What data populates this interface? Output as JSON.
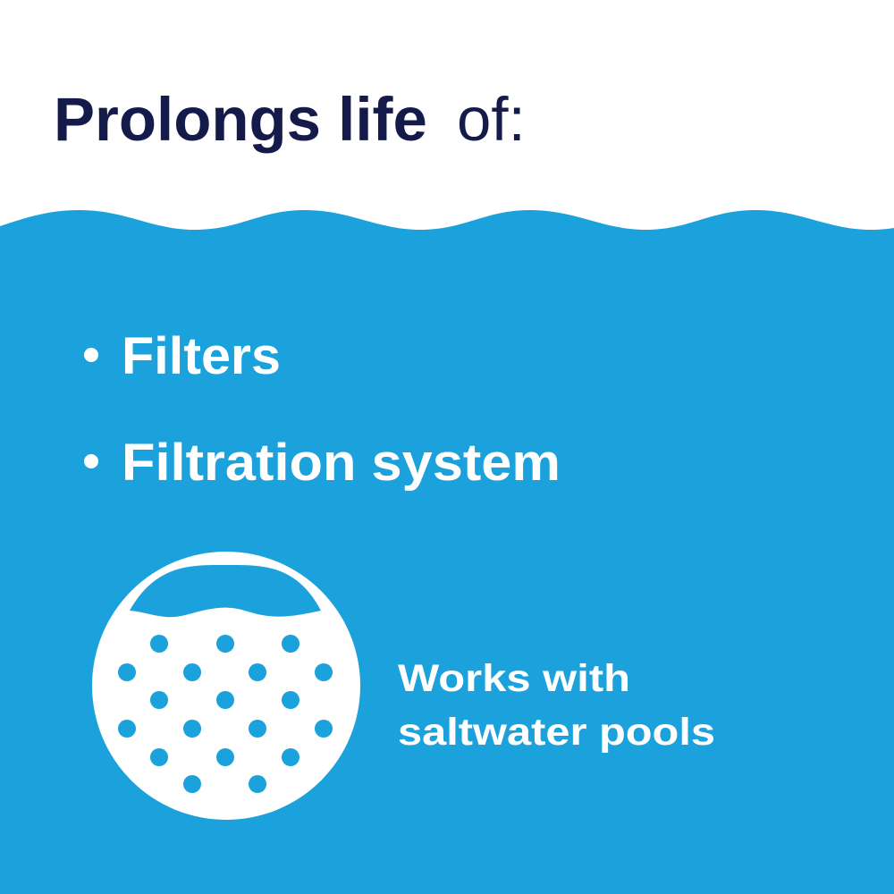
{
  "colors": {
    "water": "#1ba1db",
    "navy": "#141a4a",
    "white": "#ffffff"
  },
  "headline": {
    "bold": "Prolongs life",
    "regular": "of:"
  },
  "bullets": [
    {
      "label": "Filters"
    },
    {
      "label": "Filtration system"
    }
  ],
  "feature": {
    "icon": "saltwater-pool-icon",
    "line1": "Works with",
    "line2": "saltwater pools"
  }
}
